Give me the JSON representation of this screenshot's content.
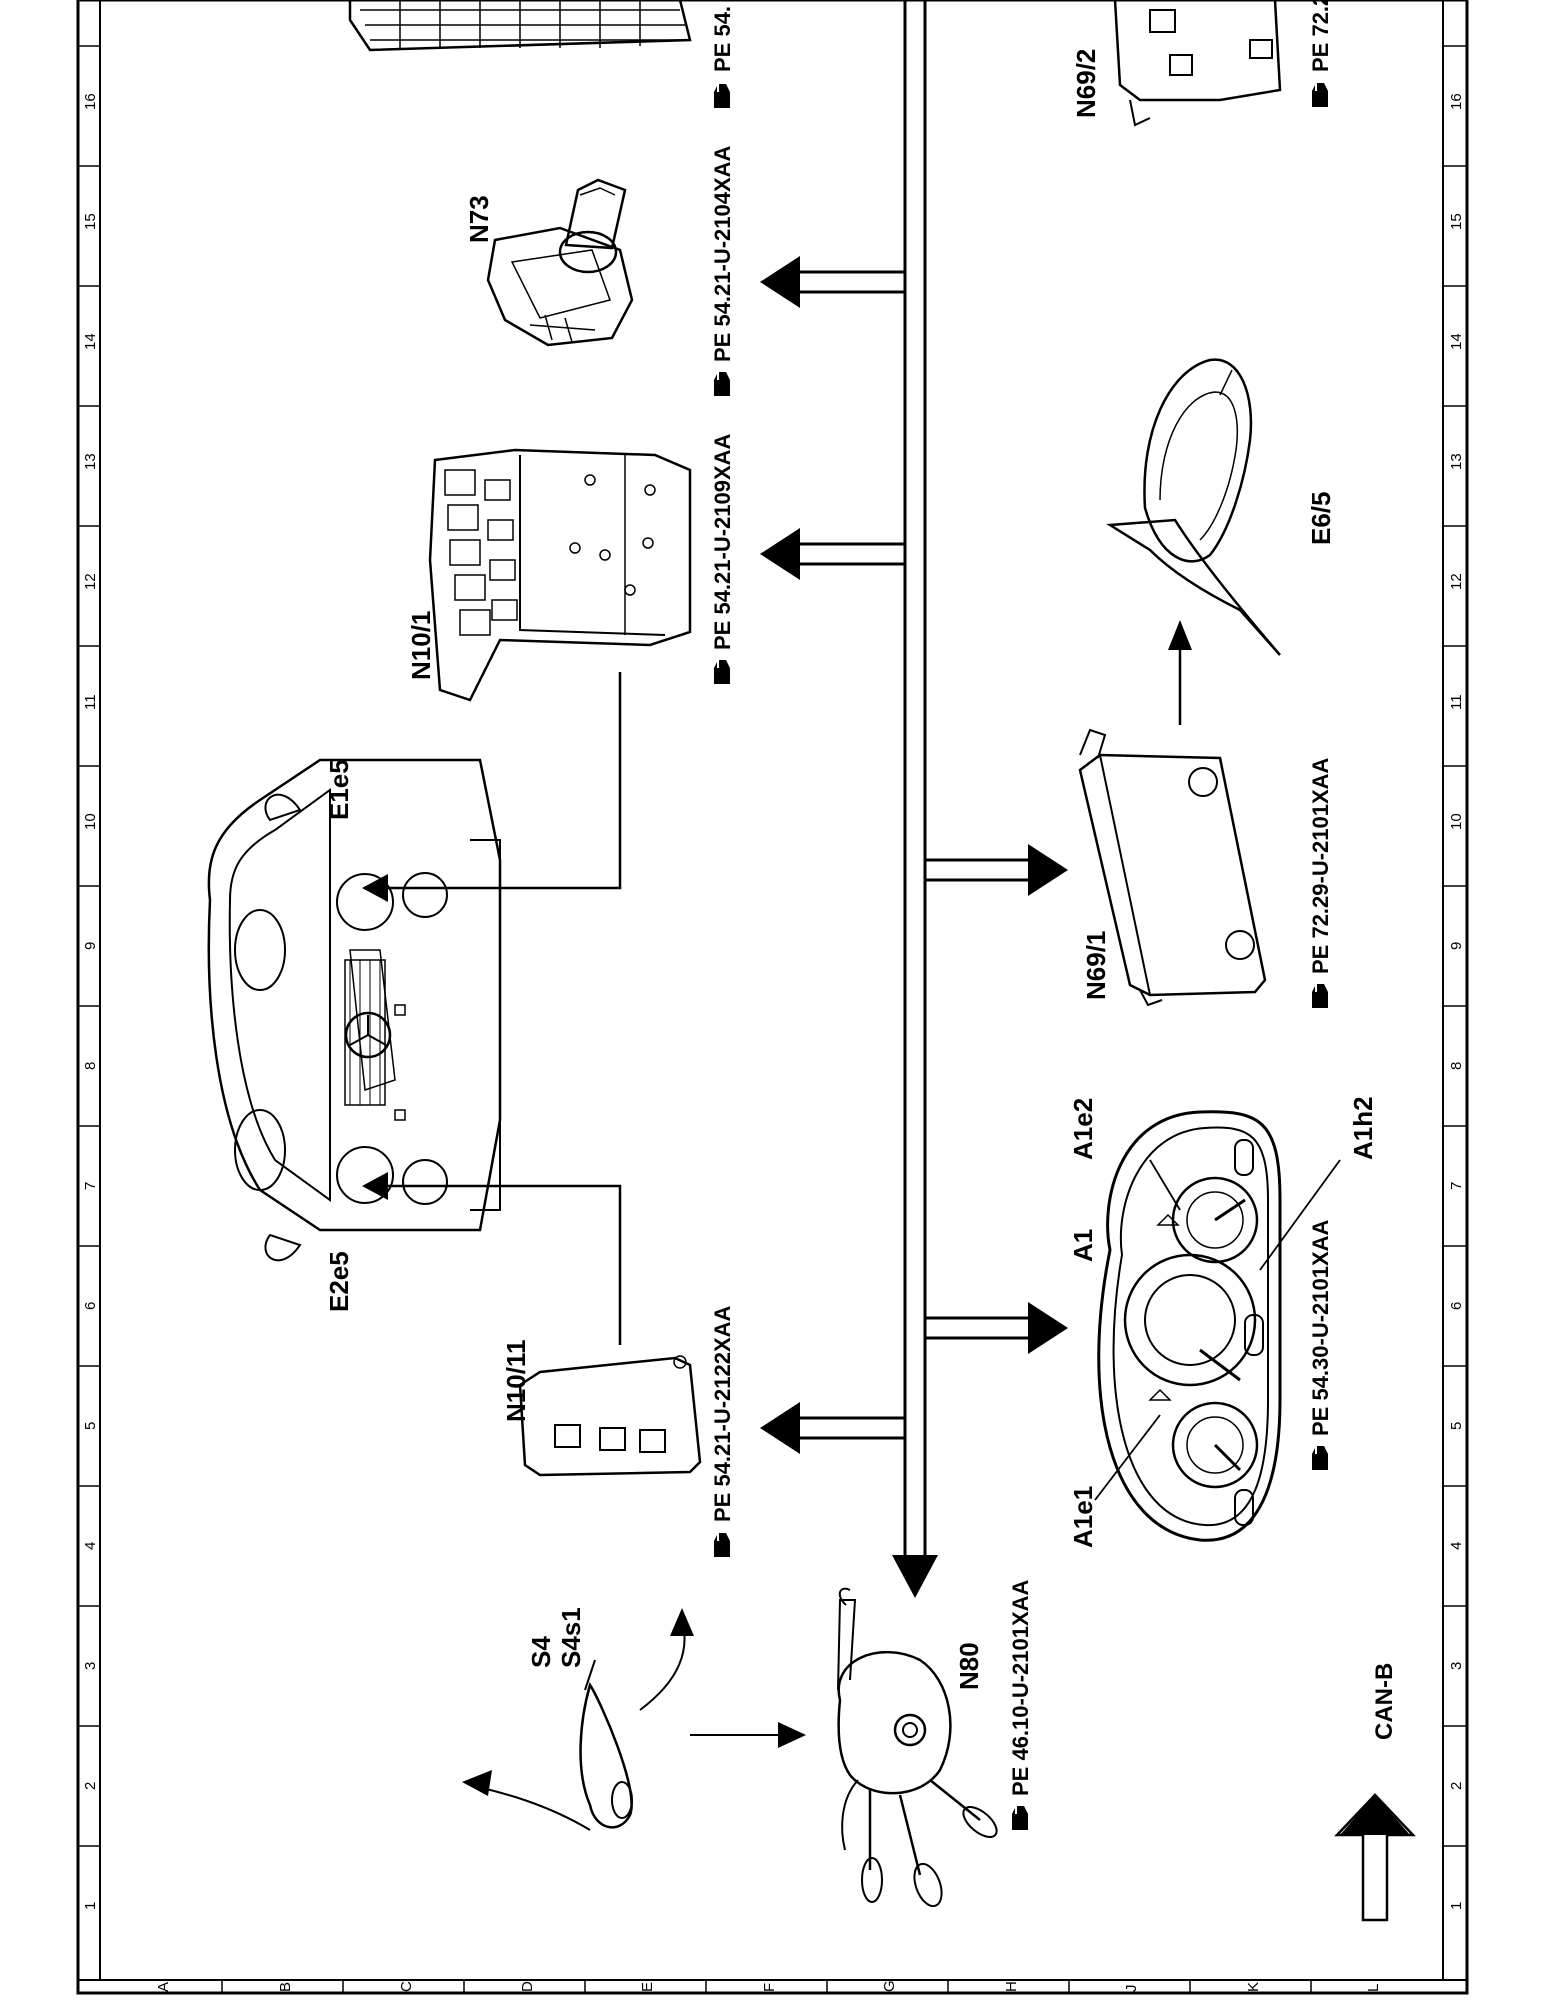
{
  "grid": {
    "numbers": [
      "1",
      "2",
      "3",
      "4",
      "5",
      "6",
      "7",
      "8",
      "9",
      "10",
      "11",
      "12",
      "13",
      "14",
      "15",
      "16"
    ],
    "letters": [
      "A",
      "B",
      "C",
      "D",
      "E",
      "F",
      "G",
      "H",
      "J",
      "K",
      "L"
    ]
  },
  "components": {
    "n73": "N73",
    "n10_1": "N10/1",
    "n10_11": "N10/11",
    "e1e5": "E1e5",
    "e2e5": "E2e5",
    "s4": "S4",
    "s4s1": "S4s1",
    "n80": "N80",
    "n69_2": "N69/2",
    "n69_1": "N69/1",
    "e6_5": "E6/5",
    "a1": "A1",
    "a1e1": "A1e1",
    "a1e2": "A1e2",
    "a1h2": "A1h2"
  },
  "references": {
    "pe_top_cut": "PE  54.",
    "pe_n73": "PE  54.21-U-2104XAA",
    "pe_n10_1": "PE  54.21-U-2109XAA",
    "pe_n10_11": "PE  54.21-U-2122XAA",
    "pe_n80": "PE  46.10-U-2101XAA",
    "pe_n69_2_cut": "PE  72.2",
    "pe_n69_1": "PE  72.29-U-2101XAA",
    "pe_a1": "PE  54.30-U-2101XAA"
  },
  "legend": {
    "can_b": "CAN-B"
  }
}
